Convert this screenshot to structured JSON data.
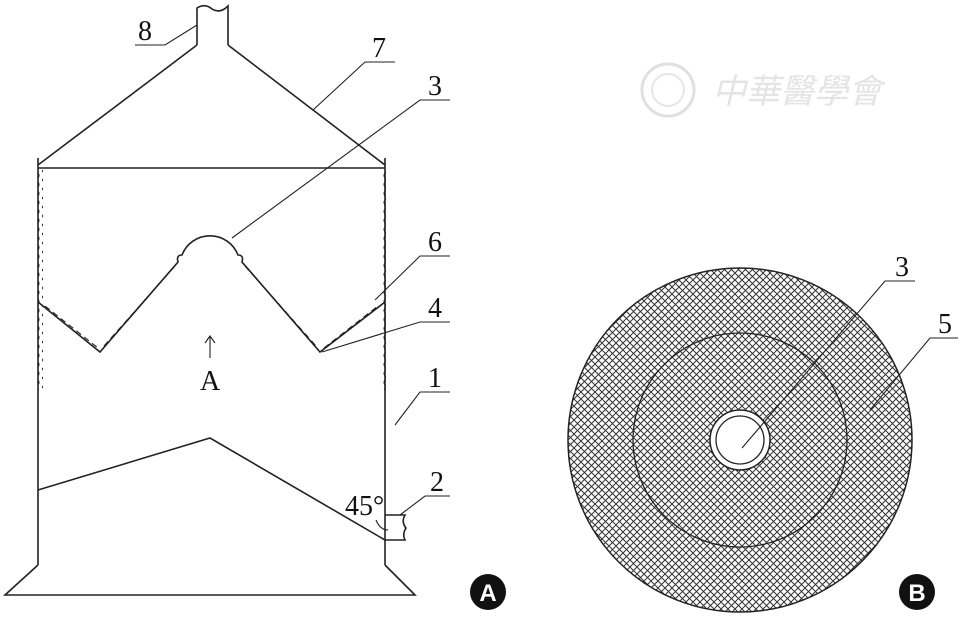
{
  "watermark": {
    "text": "中華醫學會"
  },
  "panel_a": {
    "badge": "A",
    "view_label": "A",
    "angle_label": "45°",
    "callouts": {
      "c1": "1",
      "c2": "2",
      "c3": "3",
      "c4": "4",
      "c6": "6",
      "c7": "7",
      "c8": "8"
    }
  },
  "panel_b": {
    "badge": "B",
    "callouts": {
      "c3": "3",
      "c5": "5"
    }
  }
}
